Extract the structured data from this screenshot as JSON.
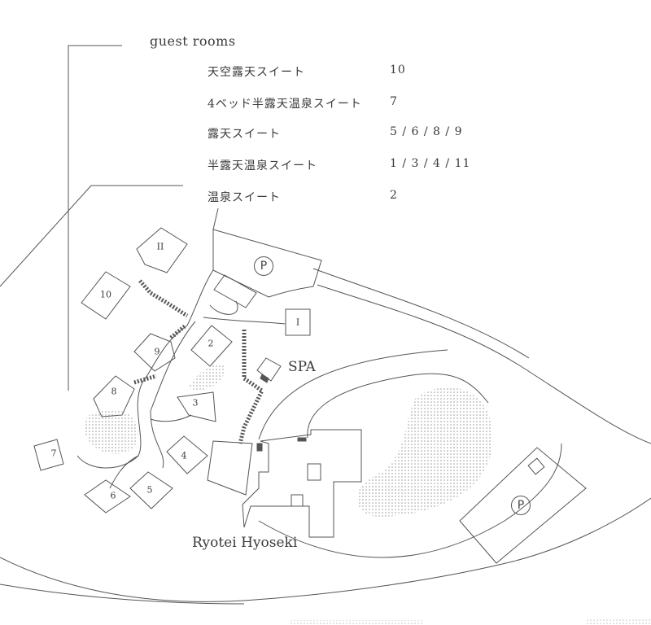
{
  "legend": {
    "title": "guest rooms",
    "rows": [
      {
        "type": "天空露天スイート",
        "rooms": "10"
      },
      {
        "type": "4ベッド半露天温泉スイート",
        "rooms": "7"
      },
      {
        "type": "露天スイート",
        "rooms": "5 / 6 / 8 / 9"
      },
      {
        "type": "半露天温泉スイート",
        "rooms": "1 / 3 / 4 / 11"
      },
      {
        "type": "温泉スイート",
        "rooms": "2"
      }
    ]
  },
  "map": {
    "room_labels": [
      "II",
      "10",
      "9",
      "2",
      "I",
      "8",
      "3",
      "7",
      "4",
      "6",
      "5"
    ],
    "spa_label": "SPA",
    "restaurant_label": "Ryotei Hyoseki",
    "parking_label": "P",
    "colors": {
      "line": "#555555",
      "dots": "#9a9a9a",
      "text": "#3a3a3a"
    }
  }
}
